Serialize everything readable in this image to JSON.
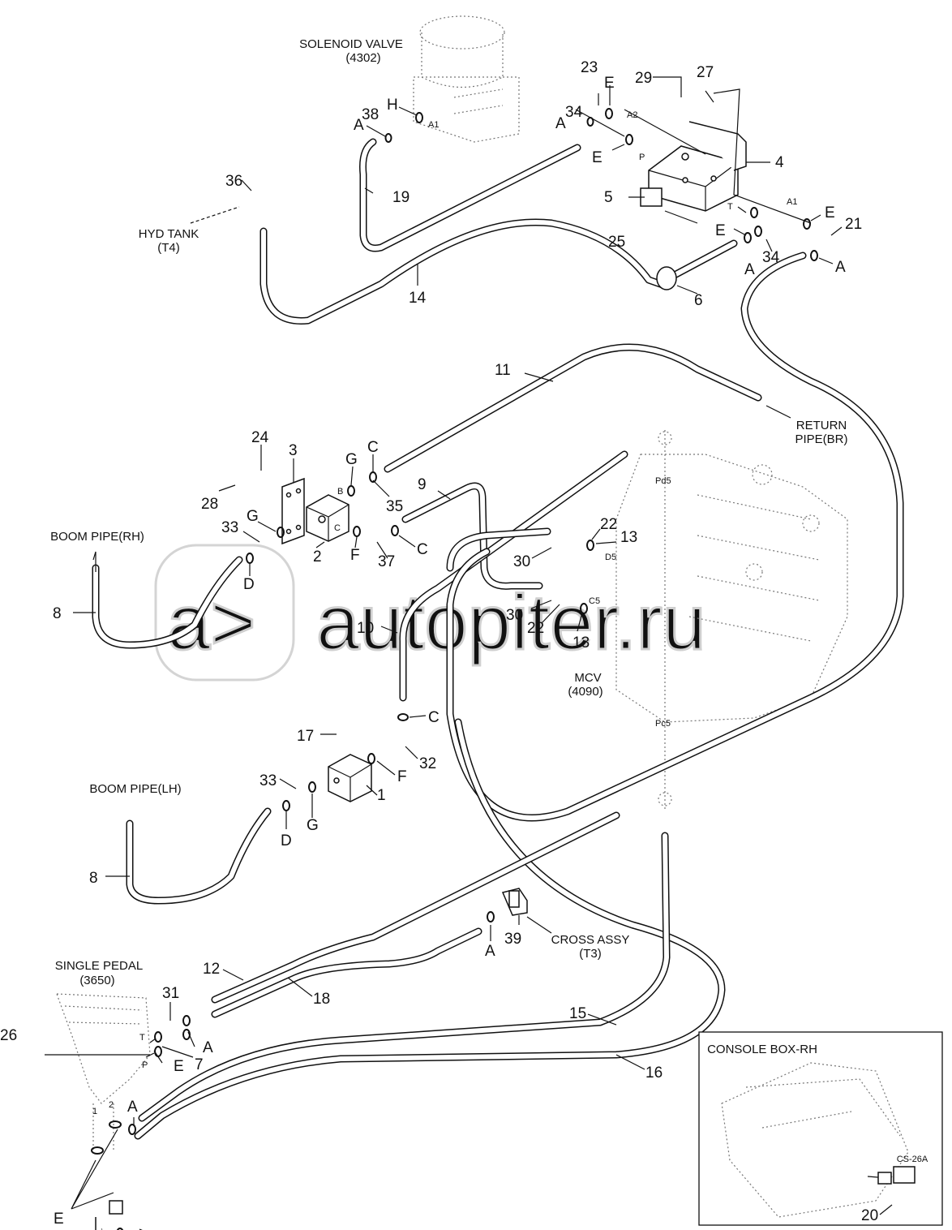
{
  "components": {
    "solenoid_valve": {
      "name": "SOLENOID VALVE",
      "code": "(4302)"
    },
    "hyd_tank": {
      "name": "HYD TANK",
      "code": "(T4)"
    },
    "return_pipe": {
      "line1": "RETURN",
      "line2": "PIPE(BR)"
    },
    "boom_pipe_rh": {
      "name": "BOOM PIPE(RH)"
    },
    "boom_pipe_lh": {
      "name": "BOOM PIPE(LH)"
    },
    "mcv": {
      "name": "MCV",
      "code": "(4090)"
    },
    "cross_assy": {
      "name": "CROSS ASSY",
      "code": "(T3)"
    },
    "single_pedal": {
      "name": "SINGLE PEDAL",
      "code": "(3650)"
    },
    "console_box": {
      "name": "CONSOLE BOX-RH",
      "connector": "CS-26A"
    }
  },
  "ports": {
    "A1": "A1",
    "A2": "A2",
    "P": "P",
    "T": "T",
    "B": "B",
    "C": "C",
    "Pd5": "Pd5",
    "D5": "D5",
    "C5": "C5",
    "Pc5": "Pc5",
    "one": "1",
    "two": "2"
  },
  "connection_letters": [
    "A",
    "C",
    "D",
    "E",
    "F",
    "G",
    "H"
  ],
  "part_numbers": [
    "1",
    "2",
    "3",
    "4",
    "5",
    "6",
    "7",
    "8",
    "9",
    "10",
    "11",
    "12",
    "13",
    "14",
    "15",
    "16",
    "17",
    "18",
    "19",
    "20",
    "21",
    "22",
    "23",
    "24",
    "25",
    "26",
    "27",
    "28",
    "29",
    "30",
    "31",
    "32",
    "33",
    "34",
    "35",
    "36",
    "37",
    "38",
    "39"
  ],
  "watermark": "autopiter.ru"
}
